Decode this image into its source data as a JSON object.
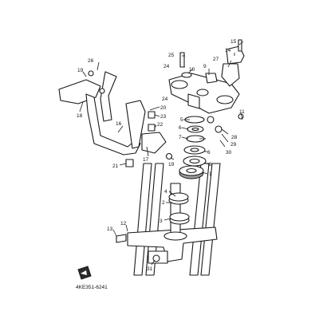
{
  "diagram": {
    "part_code": "4KE351-6241",
    "callouts": {
      "c1": "1",
      "c2": "2",
      "c3": "3",
      "c4": "4",
      "c5": "5",
      "c6a": "6",
      "c6b": "6",
      "c7": "7",
      "c8": "8",
      "c9": "9",
      "c10": "10",
      "c11": "11",
      "c12": "12",
      "c13": "13",
      "c14": "14",
      "c15": "15",
      "c16": "16",
      "c17": "17",
      "c18": "18",
      "c19a": "19",
      "c19b": "19",
      "c20": "20",
      "c21": "21",
      "c22": "22",
      "c23": "23",
      "c24a": "24",
      "c24b": "24",
      "c25": "25",
      "c26": "26",
      "c27": "27",
      "c28": "28",
      "c29": "29",
      "c30": "30",
      "c31": "31"
    }
  }
}
